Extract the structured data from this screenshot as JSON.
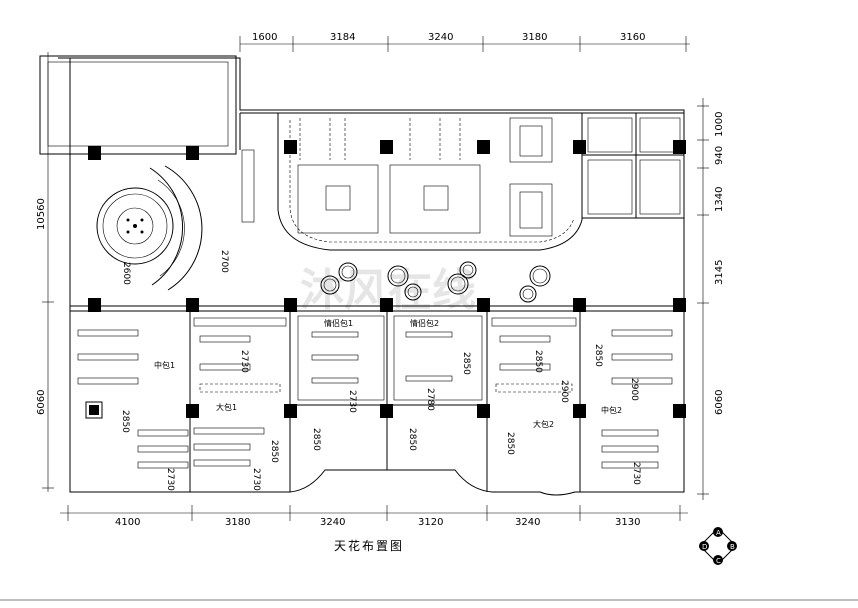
{
  "title": "天花布置图",
  "watermark": "沐风在线",
  "dimensions": {
    "top": [
      "1600",
      "3184",
      "3240",
      "3180",
      "3160"
    ],
    "bottom": [
      "4100",
      "3180",
      "3240",
      "3120",
      "3240",
      "3130"
    ],
    "left": [
      "10560",
      "6060"
    ],
    "right_upper": [
      "1000",
      "940",
      "1340",
      "3145"
    ],
    "right_lower": "6060"
  },
  "rooms": {
    "zhongbao1": "中包1",
    "dabao1": "大包1",
    "qinglvbao1": "情侣包1",
    "qinglvbao2": "情侣包2",
    "dabao2": "大包2",
    "zhongbao2": "中包2"
  },
  "ceiling_heights": {
    "lobby_2600": "2600",
    "lobby_2700": "2700",
    "zb1_2730": "2730",
    "zb1_2850": "2850",
    "zb1_bottom_2730": "2730",
    "db1_2850": "2850",
    "db1_2730": "2730",
    "ql1_2730": "2730",
    "ql1_2850": "2850",
    "ql2_2780": "2780",
    "ql2_2850": "2850",
    "ql2_2850b": "2850",
    "db2_2850": "2850",
    "db2_2850b": "2850",
    "db2_2900": "2900",
    "zb2_2850": "2850",
    "zb2_2900": "2900",
    "zb2_2730": "2730"
  },
  "compass": [
    "A",
    "B",
    "C",
    "D"
  ]
}
